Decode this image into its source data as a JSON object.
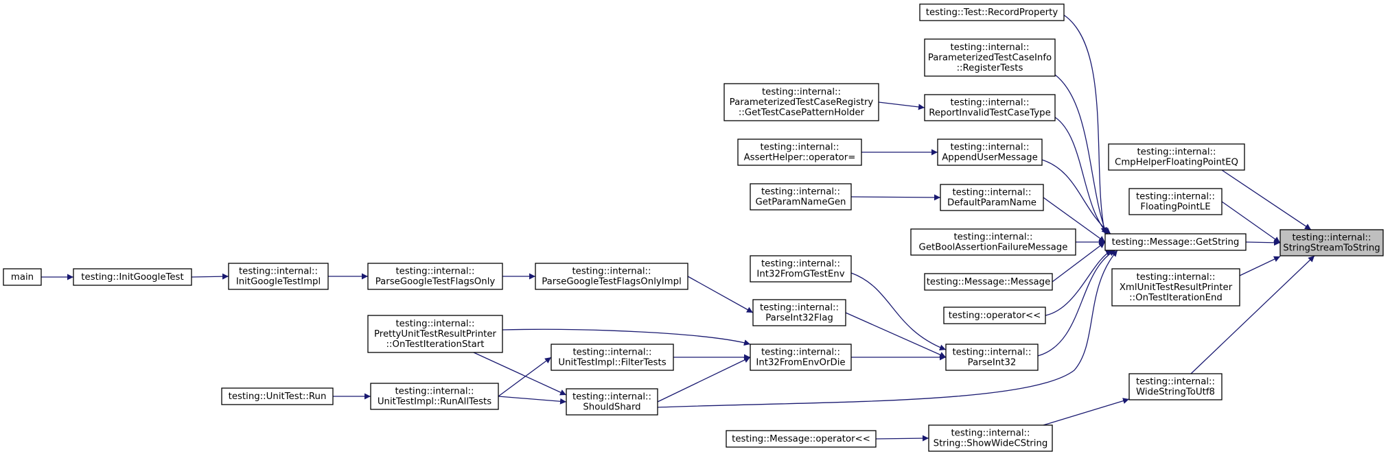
{
  "colors": {
    "edge": "#191970",
    "node_fill": "#ffffff",
    "root_fill": "#bfbfbf",
    "border": "#000000"
  },
  "nodes": [
    {
      "id": "root",
      "lines": [
        "testing::internal::",
        "StringStreamToString"
      ]
    },
    {
      "id": "getstring",
      "lines": [
        "testing::Message::GetString"
      ]
    },
    {
      "id": "cmphelper",
      "lines": [
        "testing::internal::",
        "CmpHelperFloatingPointEQ"
      ]
    },
    {
      "id": "floatingle",
      "lines": [
        "testing::internal::",
        "FloatingPointLE"
      ]
    },
    {
      "id": "xmlprinter",
      "lines": [
        "testing::internal::",
        "XmlUnitTestResultPrinter",
        "::OnTestIterationEnd"
      ]
    },
    {
      "id": "widestring",
      "lines": [
        "testing::internal::",
        "WideStringToUtf8"
      ]
    },
    {
      "id": "recordproperty",
      "lines": [
        "testing::Test::RecordProperty"
      ]
    },
    {
      "id": "paramtestcaseinfo",
      "lines": [
        "testing::internal::",
        "ParameterizedTestCaseInfo",
        "::RegisterTests"
      ]
    },
    {
      "id": "reportinvalid",
      "lines": [
        "testing::internal::",
        "ReportInvalidTestCaseType"
      ]
    },
    {
      "id": "appendusermsg",
      "lines": [
        "testing::internal::",
        "AppendUserMessage"
      ]
    },
    {
      "id": "defaultparamname",
      "lines": [
        "testing::internal::",
        "DefaultParamName"
      ]
    },
    {
      "id": "getboolassert",
      "lines": [
        "testing::internal::",
        "GetBoolAssertionFailureMessage"
      ]
    },
    {
      "id": "messagector",
      "lines": [
        "testing::Message::Message"
      ]
    },
    {
      "id": "operatorshl",
      "lines": [
        "testing::operator<<"
      ]
    },
    {
      "id": "parseint32",
      "lines": [
        "testing::internal::",
        "ParseInt32"
      ]
    },
    {
      "id": "paramregistry",
      "lines": [
        "testing::internal::",
        "ParameterizedTestCaseRegistry",
        "::GetTestCasePatternHolder"
      ]
    },
    {
      "id": "asserthelper",
      "lines": [
        "testing::internal::",
        "AssertHelper::operator="
      ]
    },
    {
      "id": "getparamnamegen",
      "lines": [
        "testing::internal::",
        "GetParamNameGen"
      ]
    },
    {
      "id": "int32fromgtestenv",
      "lines": [
        "testing::internal::",
        "Int32FromGTestEnv"
      ]
    },
    {
      "id": "parseint32flag",
      "lines": [
        "testing::internal::",
        "ParseInt32Flag"
      ]
    },
    {
      "id": "int32fromenvordie",
      "lines": [
        "testing::internal::",
        "Int32FromEnvOrDie"
      ]
    },
    {
      "id": "shouldshard",
      "lines": [
        "testing::internal::",
        "ShouldShard"
      ]
    },
    {
      "id": "showwidecstring",
      "lines": [
        "testing::internal::",
        "String::ShowWideCString"
      ]
    },
    {
      "id": "messageoperatorshl",
      "lines": [
        "testing::Message::operator<<"
      ]
    },
    {
      "id": "parseflagsonlyimpl",
      "lines": [
        "testing::internal::",
        "ParseGoogleTestFlagsOnlyImpl"
      ]
    },
    {
      "id": "prettyprinter",
      "lines": [
        "testing::internal::",
        "PrettyUnitTestResultPrinter",
        "::OnTestIterationStart"
      ]
    },
    {
      "id": "filtertests",
      "lines": [
        "testing::internal::",
        "UnitTestImpl::FilterTests"
      ]
    },
    {
      "id": "runalltests",
      "lines": [
        "testing::internal::",
        "UnitTestImpl::RunAllTests"
      ]
    },
    {
      "id": "unittestrun",
      "lines": [
        "testing::UnitTest::Run"
      ]
    },
    {
      "id": "parseflagsonly",
      "lines": [
        "testing::internal::",
        "ParseGoogleTestFlagsOnly"
      ]
    },
    {
      "id": "initgoogletestimpl",
      "lines": [
        "testing::internal::",
        "InitGoogleTestImpl"
      ]
    },
    {
      "id": "initgoogletest",
      "lines": [
        "testing::InitGoogleTest"
      ]
    },
    {
      "id": "main",
      "lines": [
        "main"
      ]
    }
  ],
  "edges": [
    {
      "from": "getstring",
      "to": "root"
    },
    {
      "from": "cmphelper",
      "to": "root"
    },
    {
      "from": "floatingle",
      "to": "root"
    },
    {
      "from": "xmlprinter",
      "to": "root"
    },
    {
      "from": "widestring",
      "to": "root"
    },
    {
      "from": "recordproperty",
      "to": "getstring"
    },
    {
      "from": "paramtestcaseinfo",
      "to": "getstring"
    },
    {
      "from": "reportinvalid",
      "to": "getstring"
    },
    {
      "from": "appendusermsg",
      "to": "getstring"
    },
    {
      "from": "defaultparamname",
      "to": "getstring"
    },
    {
      "from": "getboolassert",
      "to": "getstring"
    },
    {
      "from": "messagector",
      "to": "getstring"
    },
    {
      "from": "operatorshl",
      "to": "getstring"
    },
    {
      "from": "parseint32",
      "to": "getstring"
    },
    {
      "from": "shouldshard",
      "to": "getstring"
    },
    {
      "from": "paramregistry",
      "to": "reportinvalid"
    },
    {
      "from": "asserthelper",
      "to": "appendusermsg"
    },
    {
      "from": "getparamnamegen",
      "to": "defaultparamname"
    },
    {
      "from": "int32fromgtestenv",
      "to": "parseint32"
    },
    {
      "from": "parseint32flag",
      "to": "parseint32"
    },
    {
      "from": "int32fromenvordie",
      "to": "parseint32"
    },
    {
      "from": "parseflagsonlyimpl",
      "to": "parseint32flag"
    },
    {
      "from": "prettyprinter",
      "to": "int32fromenvordie"
    },
    {
      "from": "filtertests",
      "to": "int32fromenvordie"
    },
    {
      "from": "shouldshard",
      "to": "int32fromenvordie"
    },
    {
      "from": "parseflagsonly",
      "to": "parseflagsonlyimpl"
    },
    {
      "from": "initgoogletestimpl",
      "to": "parseflagsonly"
    },
    {
      "from": "initgoogletest",
      "to": "initgoogletestimpl"
    },
    {
      "from": "main",
      "to": "initgoogletest"
    },
    {
      "from": "runalltests",
      "to": "filtertests"
    },
    {
      "from": "runalltests",
      "to": "shouldshard"
    },
    {
      "from": "prettyprinter",
      "to": "shouldshard"
    },
    {
      "from": "unittestrun",
      "to": "runalltests"
    },
    {
      "from": "showwidecstring",
      "to": "widestring"
    },
    {
      "from": "messageoperatorshl",
      "to": "showwidecstring"
    }
  ]
}
